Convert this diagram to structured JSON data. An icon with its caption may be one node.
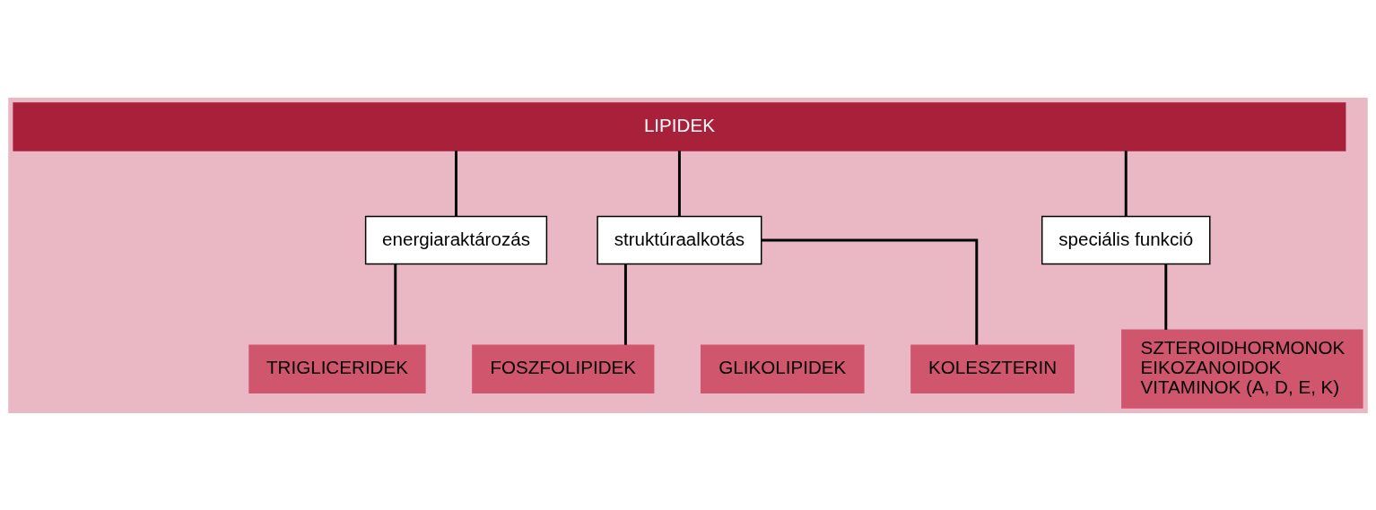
{
  "diagram": {
    "nodes": [
      {
        "text": [
          "LIPIDEK"
        ]
      },
      {
        "text": [
          "energiaraktározás"
        ]
      },
      {
        "text": [
          "struktúraalkotás"
        ]
      },
      {
        "text": [
          "speciális funkció"
        ]
      },
      {
        "text": [
          "TRIGLICERIDEK"
        ]
      },
      {
        "text": [
          "FOSZFOLIPIDEK"
        ]
      },
      {
        "text": [
          "GLIKOLIPIDEK"
        ]
      },
      {
        "text": [
          "KOLESZTERIN"
        ]
      },
      {
        "text": [
          "SZTEROIDHORMONOK",
          "EIKOZANOIDOK",
          "VITAMINOK (A, D, E, K)"
        ]
      }
    ],
    "edges": [
      {
        "from": 0,
        "to": 1,
        "arrow": "none"
      },
      {
        "from": 0,
        "to": 2,
        "arrow": "none"
      },
      {
        "from": 0,
        "to": 3,
        "arrow": "none"
      },
      {
        "from": 1,
        "to": 4,
        "arrow": "none"
      },
      {
        "from": 2,
        "to": 5,
        "arrow": "none"
      },
      {
        "from": 2,
        "to": 7,
        "arrow": "none"
      },
      {
        "from": 3,
        "to": 8,
        "arrow": "none"
      }
    ]
  }
}
